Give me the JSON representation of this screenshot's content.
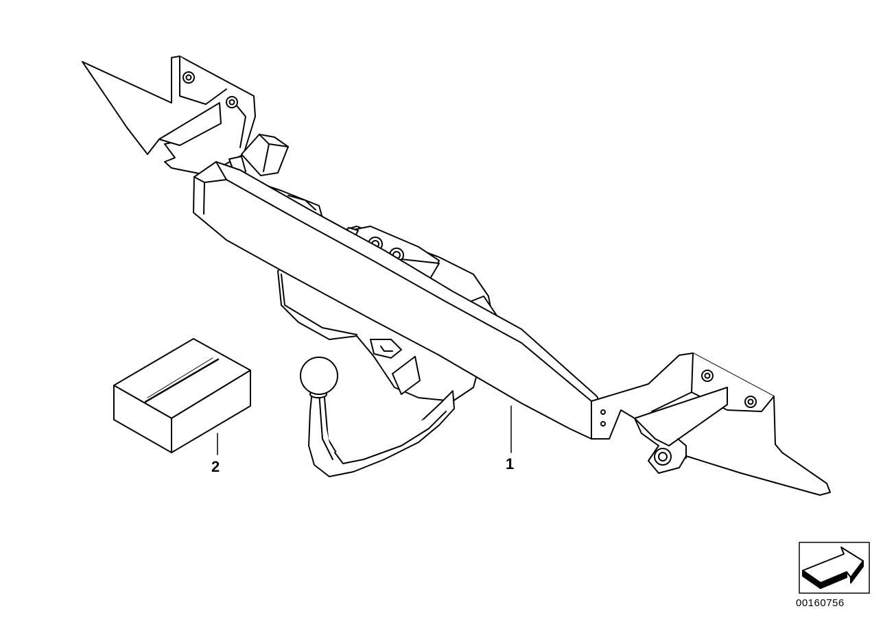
{
  "callouts": {
    "part_1": "1",
    "part_2": "2"
  },
  "diagram_number": "00160756",
  "colors": {
    "line": "#000000",
    "fill": "#ffffff",
    "arrow_shadow": "#000000"
  },
  "icons": {
    "direction_arrow": "direction-arrow-icon"
  }
}
